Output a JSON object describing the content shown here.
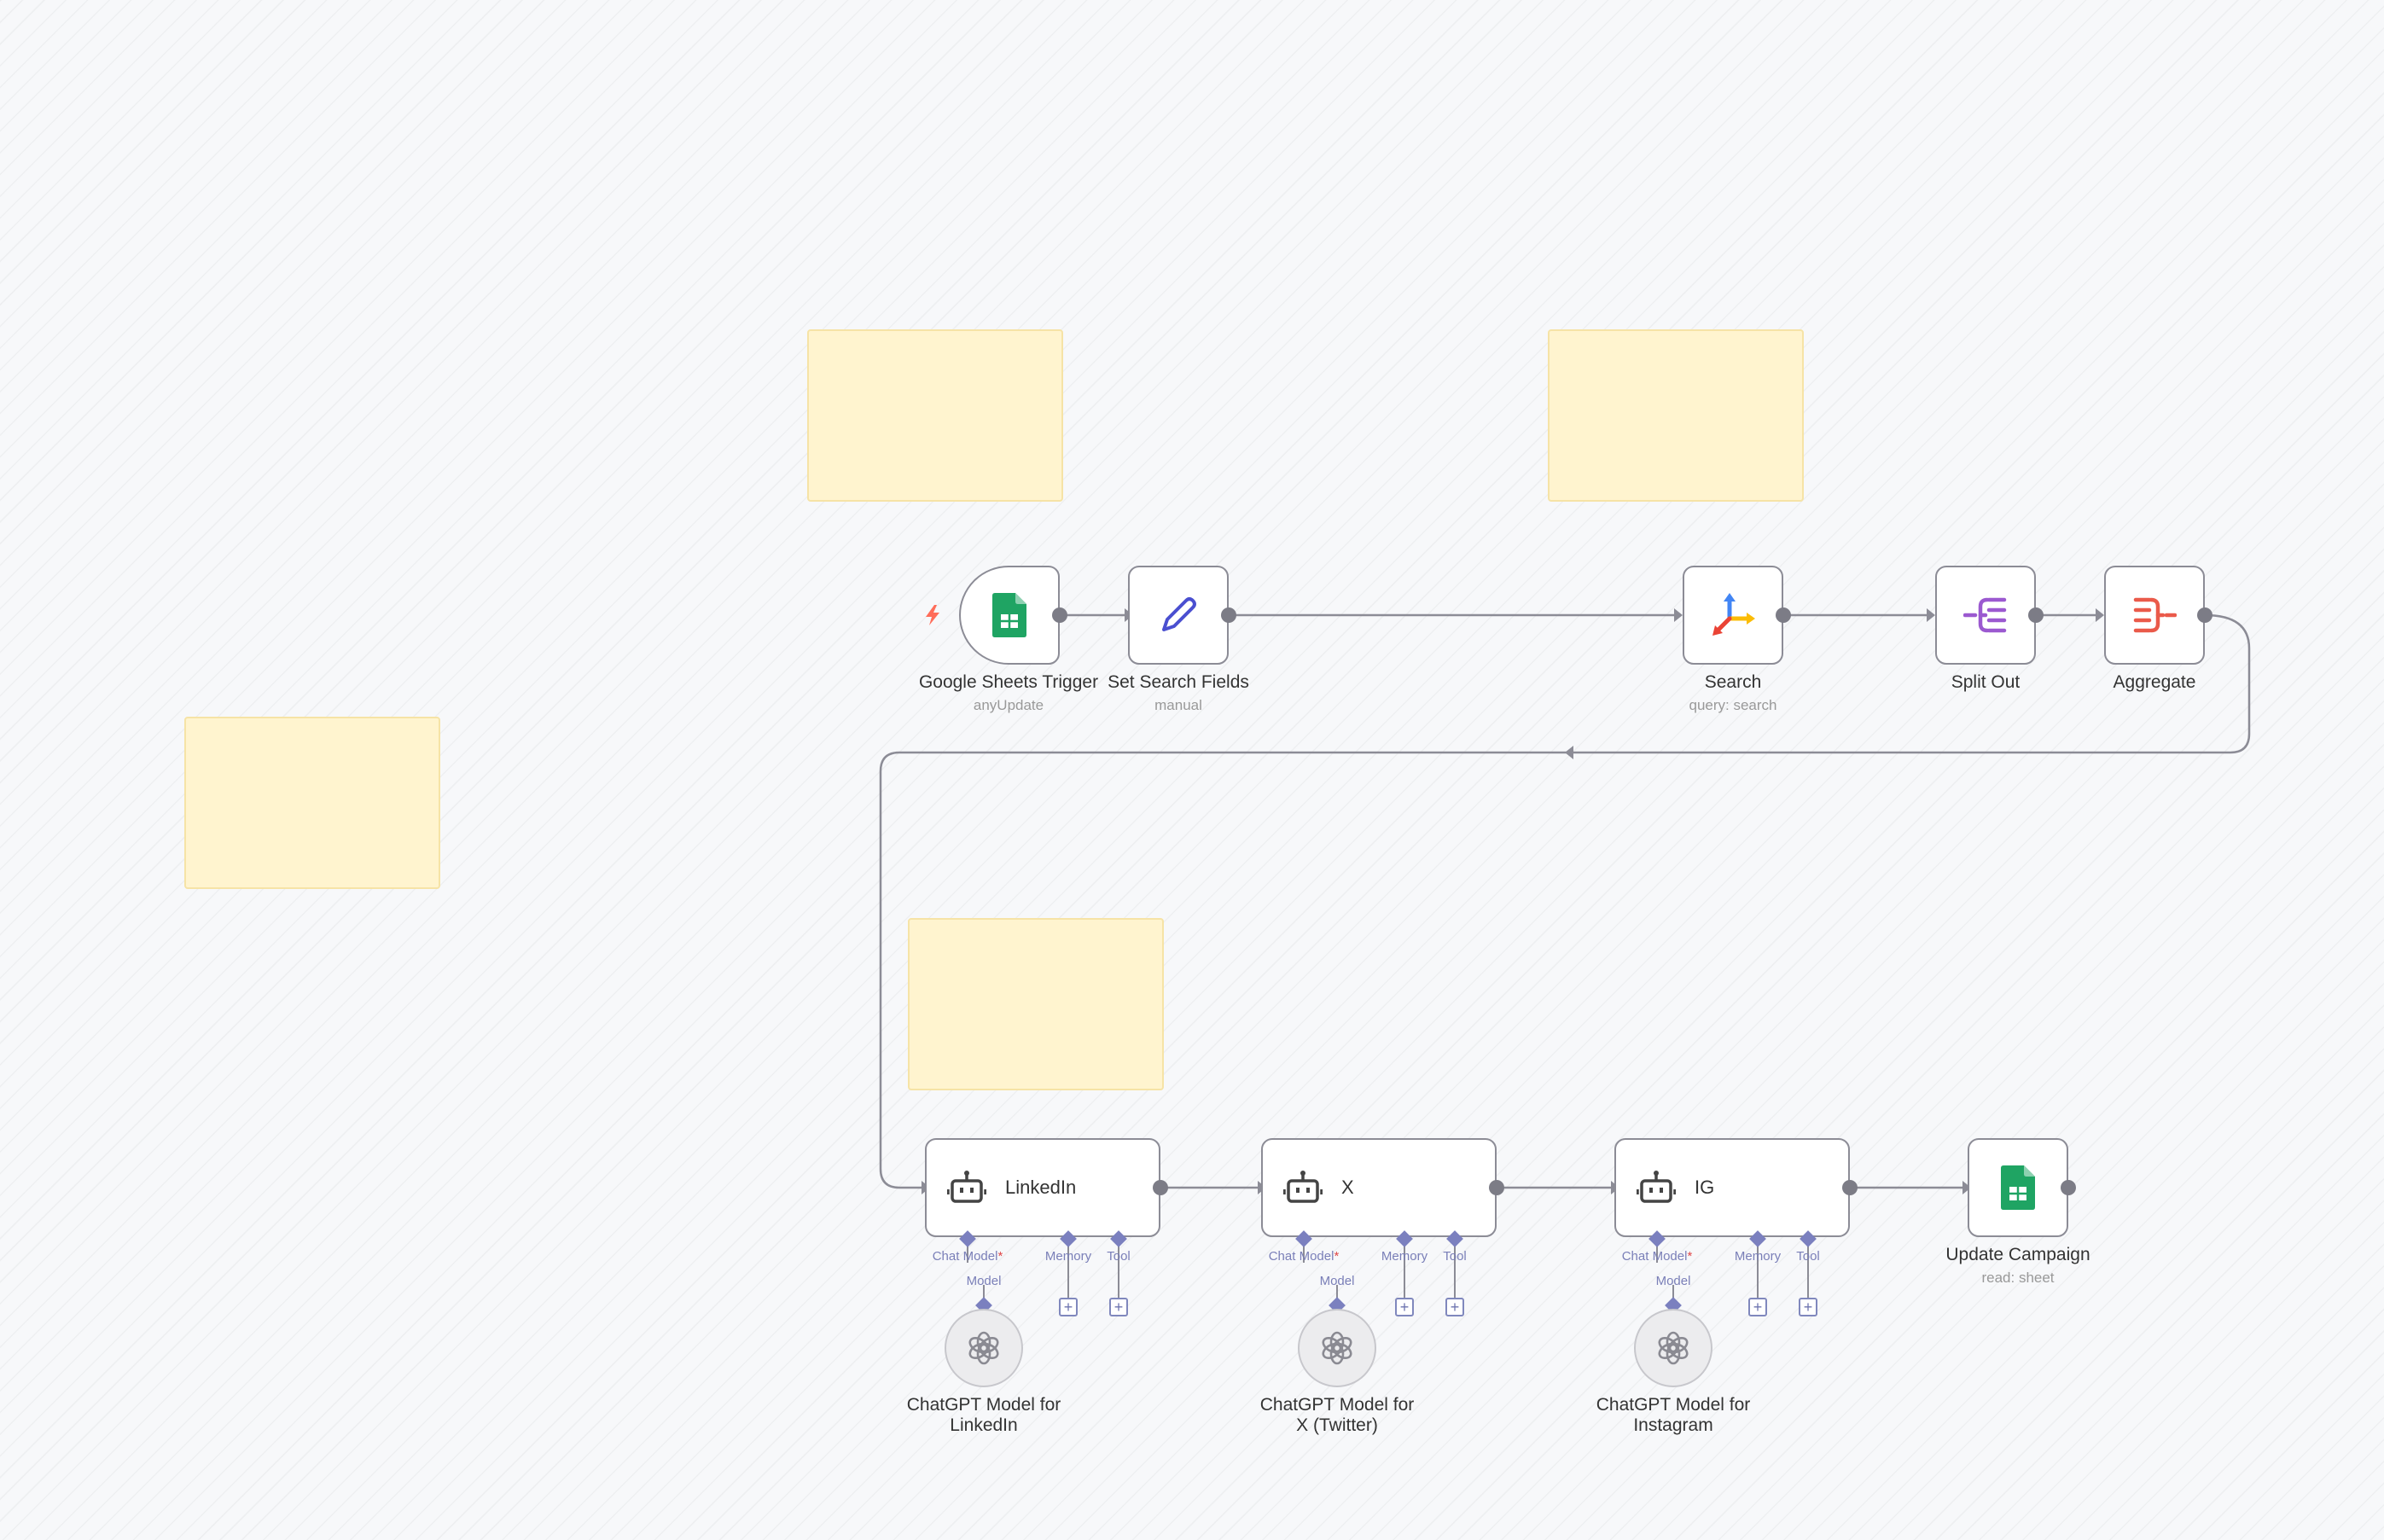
{
  "workflow": {
    "nodes": {
      "trigger": {
        "title": "Google Sheets Trigger",
        "subtitle": "anyUpdate",
        "icon": "google-sheets-icon"
      },
      "set_fields": {
        "title": "Set Search Fields",
        "subtitle": "manual",
        "icon": "pencil-icon"
      },
      "search": {
        "title": "Search",
        "subtitle": "query: search",
        "icon": "search-api-icon"
      },
      "split_out": {
        "title": "Split Out",
        "subtitle": "",
        "icon": "split-out-icon"
      },
      "aggregate": {
        "title": "Aggregate",
        "subtitle": "",
        "icon": "aggregate-icon"
      },
      "linkedin": {
        "title": "LinkedIn",
        "icon": "robot-icon"
      },
      "x": {
        "title": "X",
        "icon": "robot-icon"
      },
      "ig": {
        "title": "IG",
        "icon": "robot-icon"
      },
      "update_campaign": {
        "title": "Update Campaign",
        "subtitle": "read: sheet",
        "icon": "google-sheets-icon"
      }
    },
    "ports": {
      "chat_model": "Chat Model",
      "required_mark": "*",
      "memory": "Memory",
      "tool": "Tool",
      "model": "Model",
      "add": "+"
    },
    "models": {
      "linkedin": {
        "line1": "ChatGPT Model for",
        "line2": "LinkedIn",
        "icon": "openai-icon"
      },
      "x": {
        "line1": "ChatGPT Model for",
        "line2": "X (Twitter)",
        "icon": "openai-icon"
      },
      "ig": {
        "line1": "ChatGPT Model for",
        "line2": "Instagram",
        "icon": "openai-icon"
      }
    }
  },
  "colors": {
    "sticky": "#fff4cf",
    "connection": "#8c8c96",
    "sub_port": "#7b80bf",
    "trigger_bolt": "#ff6d5a",
    "sheets_green": "#0f9d58"
  }
}
